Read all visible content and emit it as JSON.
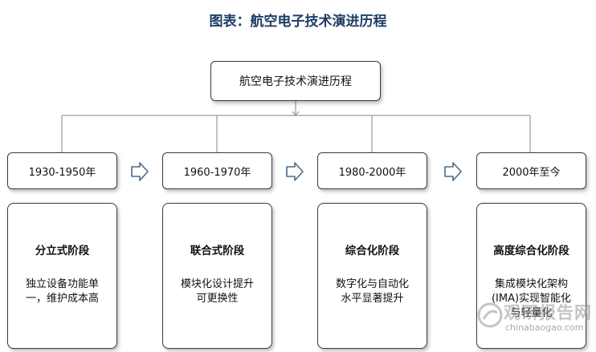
{
  "title": "图表：航空电子技术演进历程",
  "root": "航空电子技术演进历程",
  "stages": [
    {
      "era": "1930-1950年",
      "name": "分立式阶段",
      "desc_lines": [
        "独立设备功能单",
        "一，维护成本高"
      ]
    },
    {
      "era": "1960-1970年",
      "name": "联合式阶段",
      "desc_lines": [
        "模块化设计提升",
        "可更换性"
      ]
    },
    {
      "era": "1980-2000年",
      "name": "综合化阶段",
      "desc_lines": [
        "数字化与自动化",
        "水平显著提升"
      ]
    },
    {
      "era": "2000年至今",
      "name": "高度综合化阶段",
      "desc_lines": [
        "集成模块化架构",
        "(IMA)实现智能化",
        "与轻量化"
      ]
    }
  ],
  "watermark": {
    "brand": "观研报告网",
    "domain": "chinabaogao.com"
  },
  "colors": {
    "title": "#1f3f66",
    "border": "#2c3e50",
    "connector": "#9a9a9a",
    "arrow": "#4a6b8a"
  }
}
